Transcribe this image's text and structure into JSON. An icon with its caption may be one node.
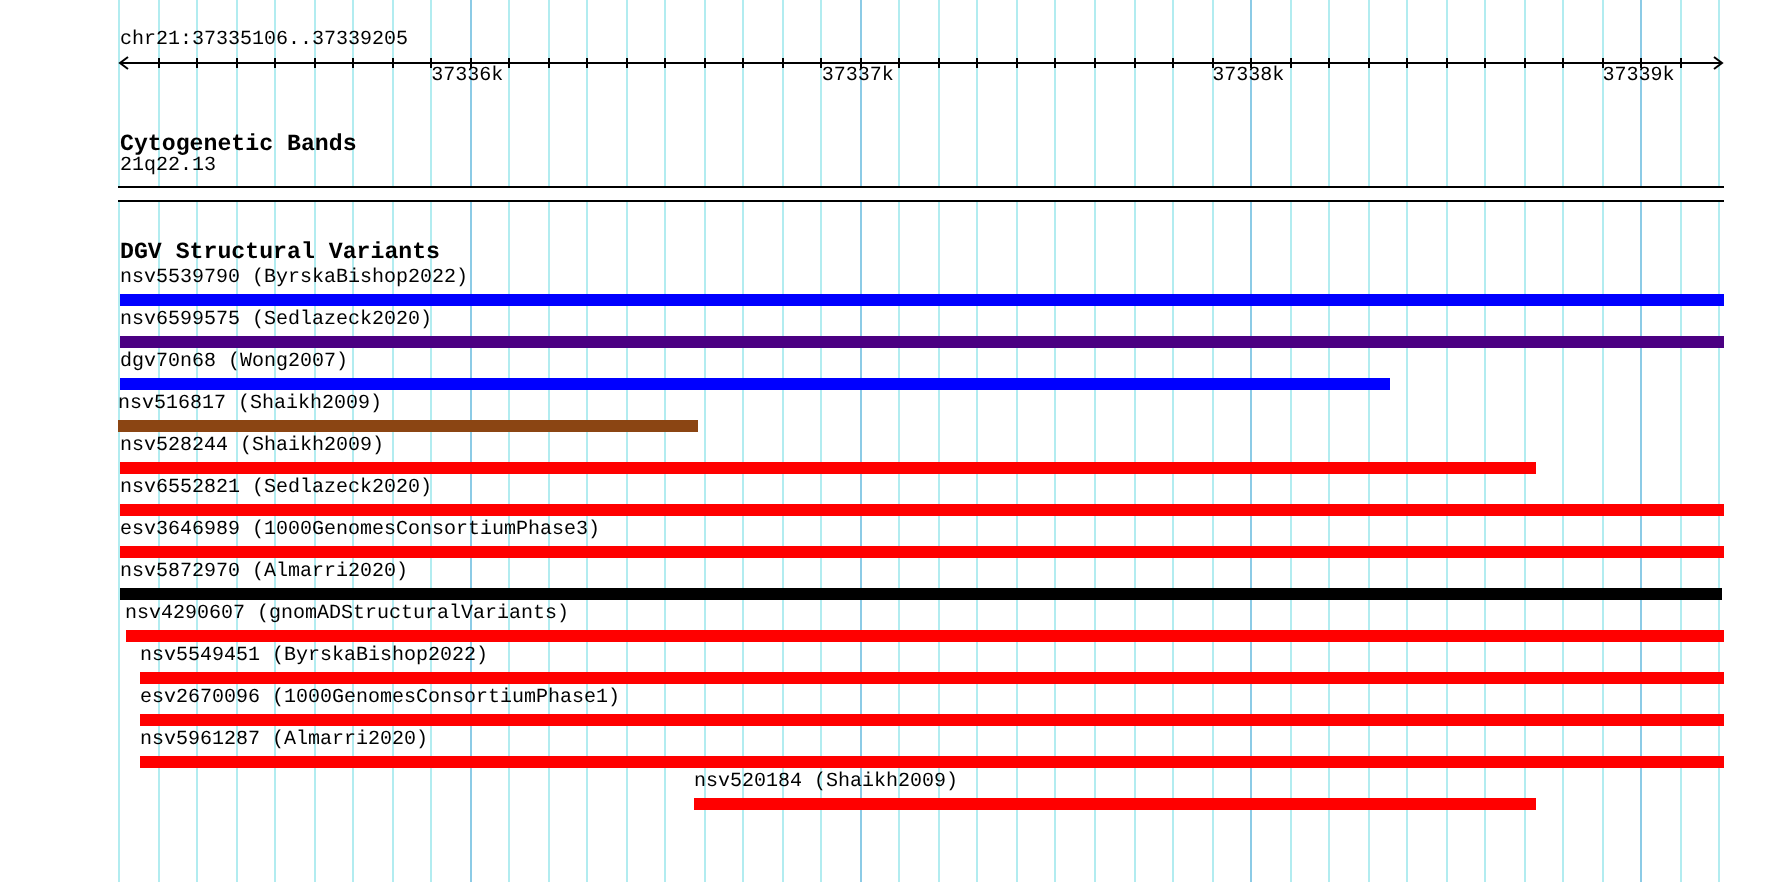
{
  "diagram": {
    "nodes": [
      {
        "text": [
          "21q22.13"
        ]
      },
      {
        "text": [
          "nsv5539790 (ByrskaBishop2022)"
        ]
      },
      {
        "text": [
          "nsv6599575 (Sedlazeck2020)"
        ]
      },
      {
        "text": [
          "dgv70n68 (Wong2007)"
        ]
      },
      {
        "text": [
          "nsv516817 (Shaikh2009)"
        ]
      },
      {
        "text": [
          "nsv528244 (Shaikh2009)"
        ]
      },
      {
        "text": [
          "nsv6552821 (Sedlazeck2020)"
        ]
      },
      {
        "text": [
          "esv3646989 (1000GenomesConsortiumPhase3)"
        ]
      },
      {
        "text": [
          "nsv5872970 (Almarri2020)"
        ]
      },
      {
        "text": [
          "nsv4290607 (gnomADStructuralVariants)"
        ]
      },
      {
        "text": [
          "nsv5549451 (ByrskaBishop2022)"
        ]
      },
      {
        "text": [
          "esv2670096 (1000GenomesConsortiumPhase1)"
        ]
      },
      {
        "text": [
          "nsv5961287 (Almarri2020)"
        ]
      },
      {
        "text": [
          "nsv520184 (Shaikh2009)"
        ]
      }
    ],
    "labels": [
      "chr21:37335106..37339205",
      "37336k",
      "37337k",
      "37338k",
      "37339k",
      "Cytogenetic Bands",
      "DGV Structural Variants"
    ]
  }
}
